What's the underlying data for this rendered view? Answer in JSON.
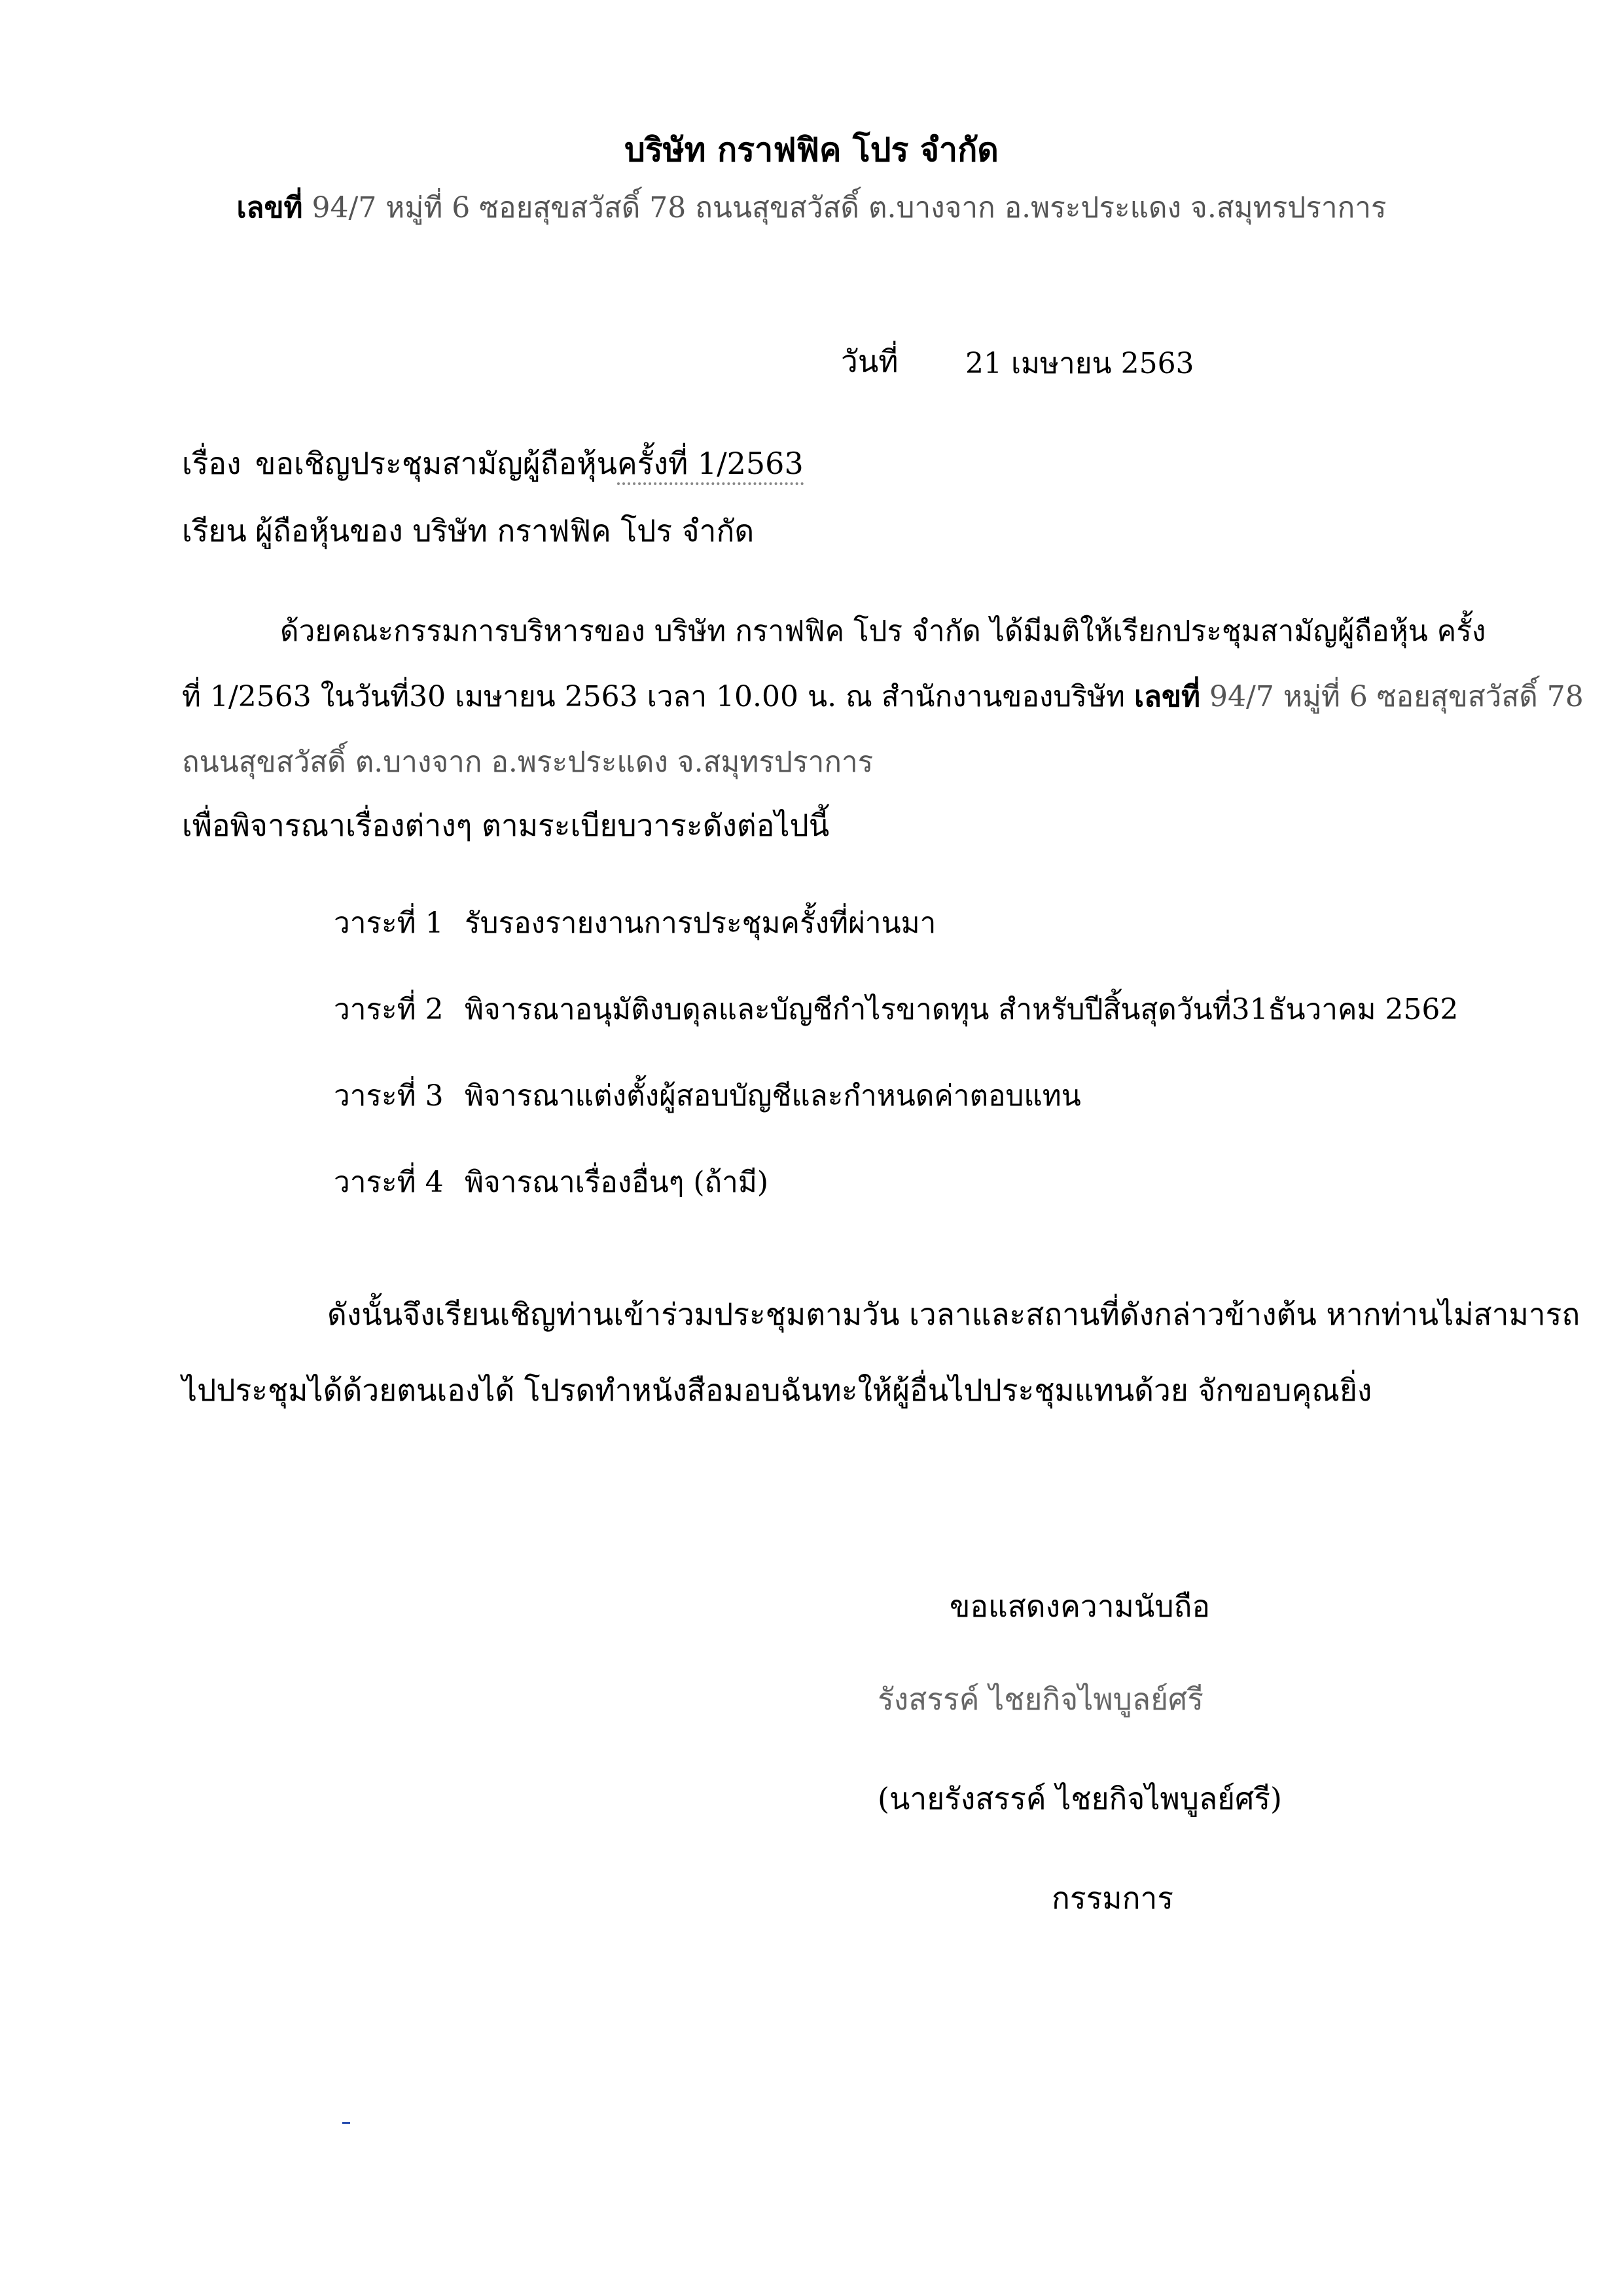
{
  "header": {
    "company_name": "บริษัท กราฟฟิค โปร จำกัด",
    "address_label": "เลขที่",
    "address_text": " 94/7 หมู่ที่ 6 ซอยสุขสวัสดิ์ 78 ถนนสุขสวัสดิ์ ต.บางจาก อ.พระประแดง จ.สมุทรปราการ"
  },
  "date": {
    "label": "วันที่",
    "value": "21 เมษายน 2563"
  },
  "subject": {
    "label": "เรื่อง",
    "text_plain": "ขอเชิญประชุมสามัญผู้ถือหุ้น",
    "text_dotted": "ครั้งที่ 1/2563"
  },
  "recipient": {
    "label": "เรียน",
    "text": "ผู้ถือหุ้นของ บริษัท กราฟฟิค โปร จำกัด"
  },
  "paragraph1": {
    "line1": "ด้วยคณะกรรมการบริหารของ บริษัท กราฟฟิค โปร จำกัด   ได้มีมติให้เรียกประชุมสามัญผู้ถือหุ้น ครั้ง",
    "line2_a": "ที่ 1/2563 ในวันที่30 เมษายน 2563 เวลา 10.00 น. ณ สำนักงานของบริษัท ",
    "line2_b": "เลขที่",
    "line2_c": " 94/7 หมู่ที่ 6 ซอยสุขสวัสดิ์ 78",
    "line3": "ถนนสุขสวัสดิ์ ต.บางจาก อ.พระประแดง จ.สมุทรปราการ"
  },
  "agenda_intro": "เพื่อพิจารณาเรื่องต่างๆ ตามระเบียบวาระดังต่อไปนี้",
  "agenda": [
    {
      "label": "วาระที่ 1",
      "text": "รับรองรายงานการประชุมครั้งที่ผ่านมา"
    },
    {
      "label": "วาระที่ 2",
      "text": "พิจารณาอนุมัติงบดุลและบัญชีกำไรขาดทุน สำหรับปีสิ้นสุดวันที่31ธันวาคม 2562"
    },
    {
      "label": "วาระที่ 3",
      "text": "พิจารณาแต่งตั้งผู้สอบบัญชีและกำหนดค่าตอบแทน"
    },
    {
      "label": "วาระที่ 4",
      "text": "พิจารณาเรื่องอื่นๆ (ถ้ามี)"
    }
  ],
  "paragraph2": {
    "line1": "ดังนั้นจึงเรียนเชิญท่านเข้าร่วมประชุมตามวัน เวลาและสถานที่ดังกล่าวข้างต้น หากท่านไม่สามารถ",
    "line2": "ไปประชุมได้ด้วยตนเองได้ โปรดทำหนังสือมอบฉันทะให้ผู้อื่นไปประชุมแทนด้วย จักขอบคุณยิ่ง"
  },
  "signature_block": {
    "closing": "ขอแสดงความนับถือ",
    "signature": "รังสรรค์ ไชยกิจไพบูลย์ศรี",
    "signer_name": "(นายรังสรรค์ ไชยกิจไพบูลย์ศรี)",
    "signer_title": "กรรมการ"
  }
}
